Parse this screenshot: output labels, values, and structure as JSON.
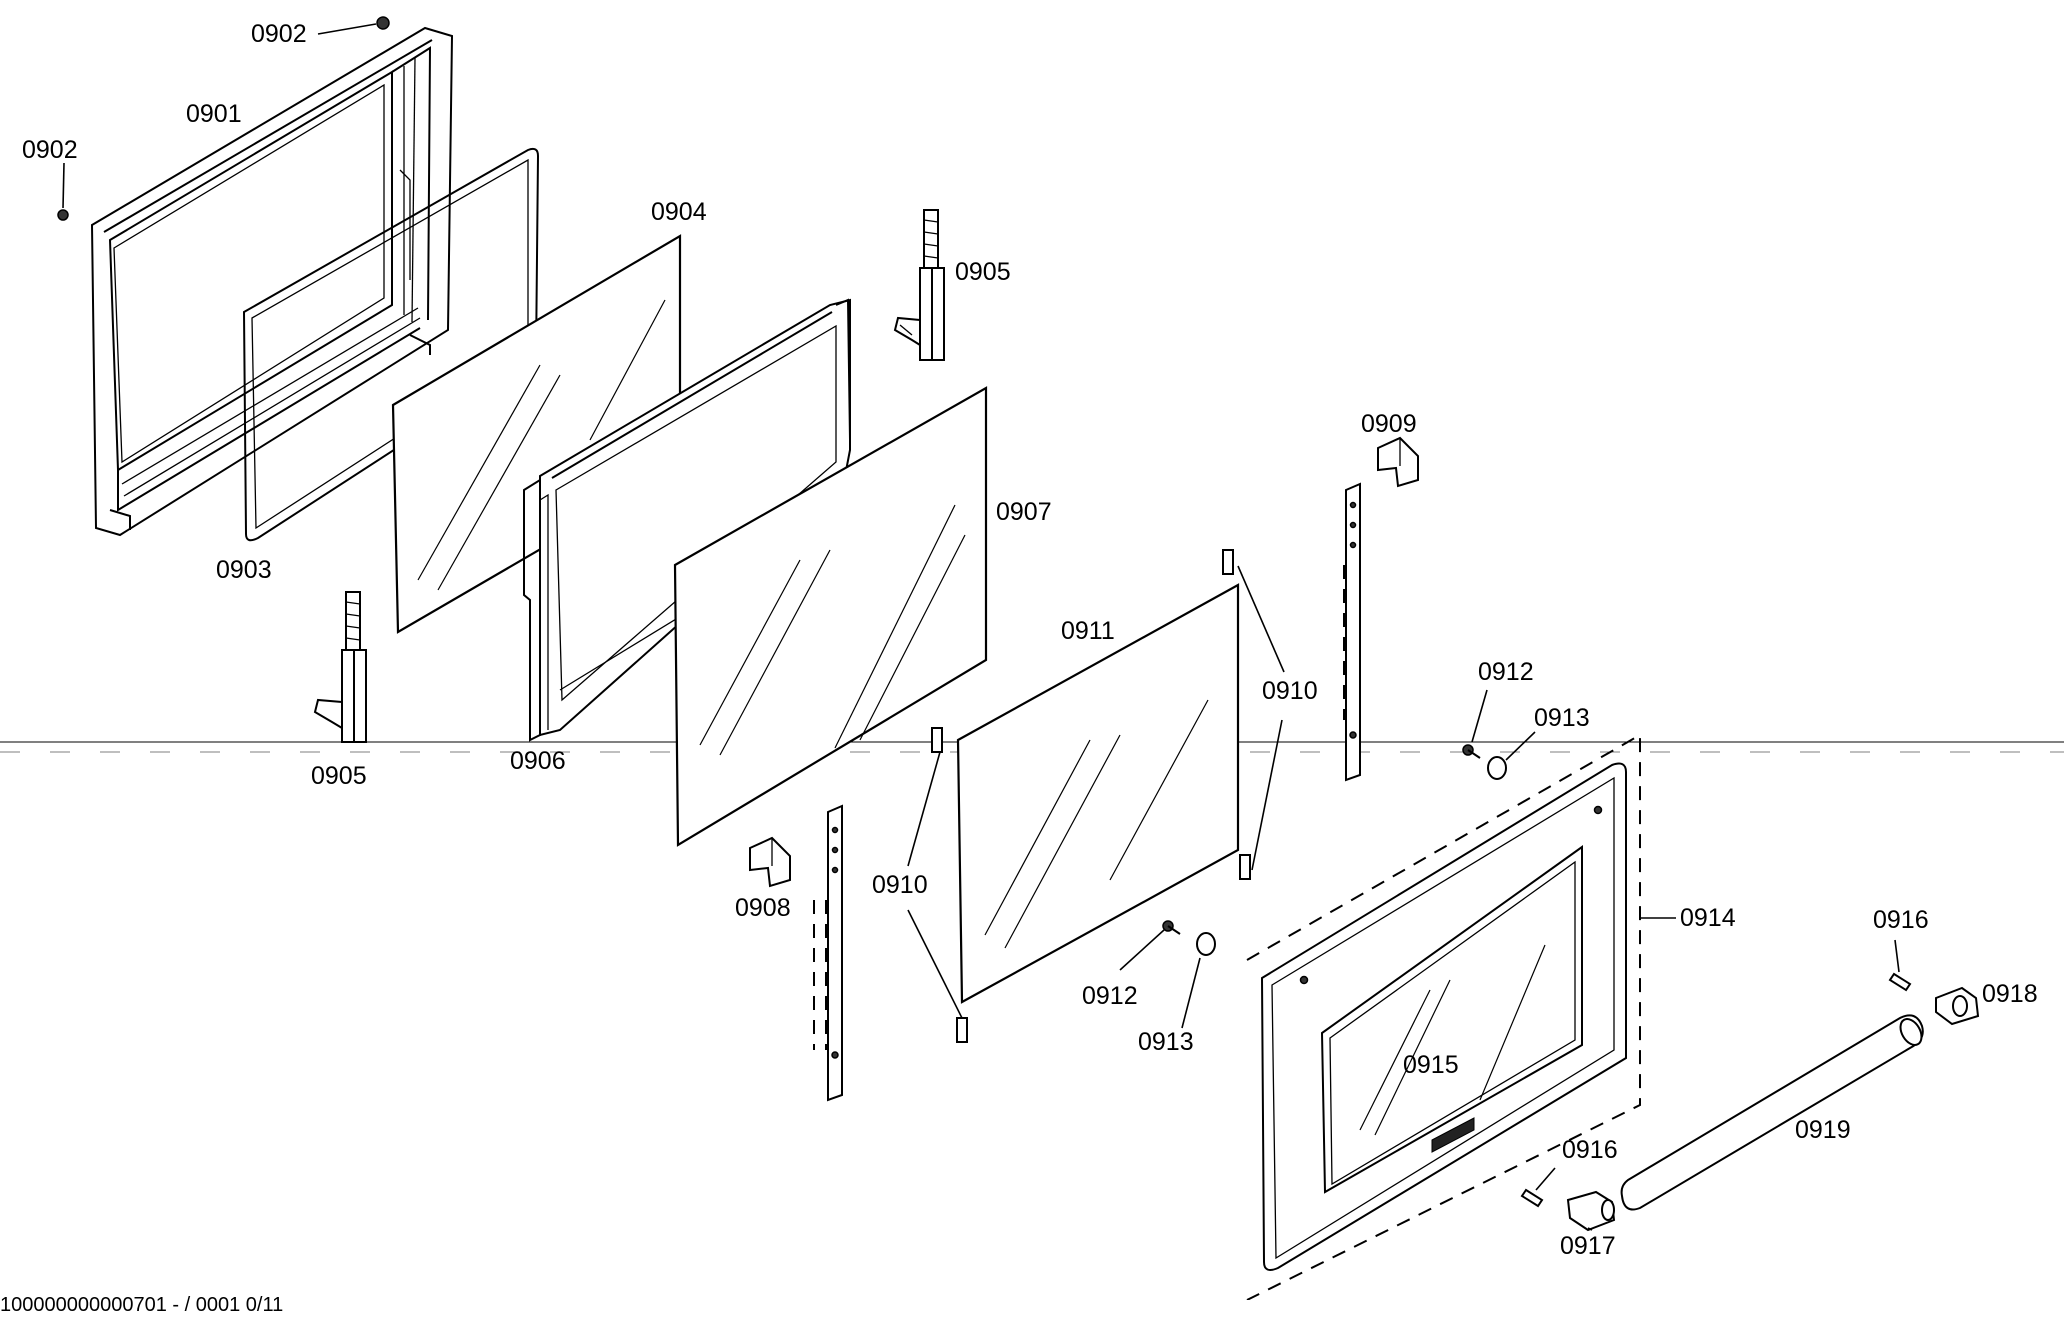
{
  "labels": {
    "p0901": "0901",
    "p0902_top": "0902",
    "p0902_left": "0902",
    "p0903": "0903",
    "p0904": "0904",
    "p0905_top": "0905",
    "p0905_bottom": "0905",
    "p0906": "0906",
    "p0907": "0907",
    "p0908": "0908",
    "p0909": "0909",
    "p0910_right": "0910",
    "p0910_left": "0910",
    "p0911": "0911",
    "p0912_right": "0912",
    "p0912_mid": "0912",
    "p0913_right": "0913",
    "p0913_mid": "0913",
    "p0914": "0914",
    "p0915": "0915",
    "p0916_right": "0916",
    "p0916_bottom": "0916",
    "p0917": "0917",
    "p0918": "0918",
    "p0919": "0919"
  },
  "footer": "100000000000701 - / 0001 0/11"
}
